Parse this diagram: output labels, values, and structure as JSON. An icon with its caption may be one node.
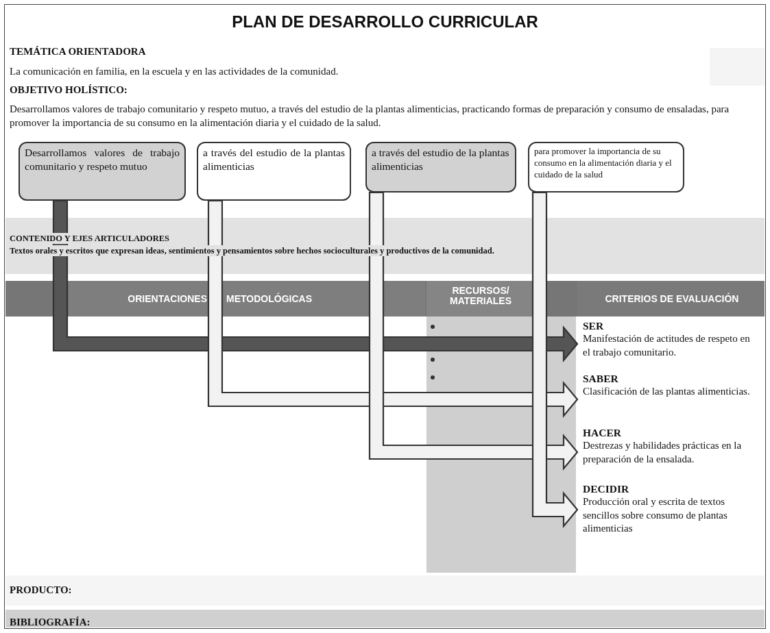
{
  "diagram": {
    "title": "PLAN DE DESARROLLO CURRICULAR",
    "nodes": [
      {
        "text": [
          "Desarrollamos valores de trabajo comunitario y respeto mutuo"
        ]
      },
      {
        "text": [
          "a través del estudio de la plantas alimenticias"
        ]
      },
      {
        "text": [
          "a través del estudio de la plantas alimenticias"
        ]
      },
      {
        "text": [
          "para promover la importancia de su consumo en la alimentación diaria y el cuidado de la salud"
        ]
      },
      {
        "text": [
          "SER",
          "Manifestación de actitudes de respeto en el trabajo comunitario."
        ]
      },
      {
        "text": [
          "SABER",
          "Clasificación de las plantas alimenticias."
        ]
      },
      {
        "text": [
          "HACER",
          "Destrezas y habilidades prácticas en la preparación de la ensalada."
        ]
      },
      {
        "text": [
          "DECIDIR",
          "Producción oral y escrita de textos sencillos sobre consumo de plantas alimenticias"
        ]
      }
    ],
    "edges": [
      {
        "from": 0,
        "to": 4,
        "arrow": "to",
        "color": "#555555"
      },
      {
        "from": 1,
        "to": 5,
        "arrow": "to"
      },
      {
        "from": 2,
        "to": 6,
        "arrow": "to"
      },
      {
        "from": 3,
        "to": 7,
        "arrow": "to"
      }
    ],
    "labels": [
      "TEMÁTICA ORIENTADORA",
      "La comunicación en familia, en la escuela y en las actividades de la comunidad.",
      "OBJETIVO HOLÍSTICO:",
      "Desarrollamos valores de trabajo comunitario y respeto mutuo, a través del estudio de la plantas alimenticias, practicando formas de preparación y consumo de ensaladas, para promover la importancia de su consumo en la alimentación diaria y el cuidado de la salud.",
      "CONTENIDO Y EJES ARTICULADORES",
      "Textos orales y escritos que expresan ideas, sentimientos y pensamientos sobre hechos socioculturales y productivos de la comunidad.",
      "ORIENTACIONES",
      "METODOLÓGICAS",
      "RECURSOS/ MATERIALES",
      "CRITERIOS DE EVALUACIÓN",
      "PRODUCTO:",
      "BIBLIOGRAFÍA:"
    ]
  }
}
